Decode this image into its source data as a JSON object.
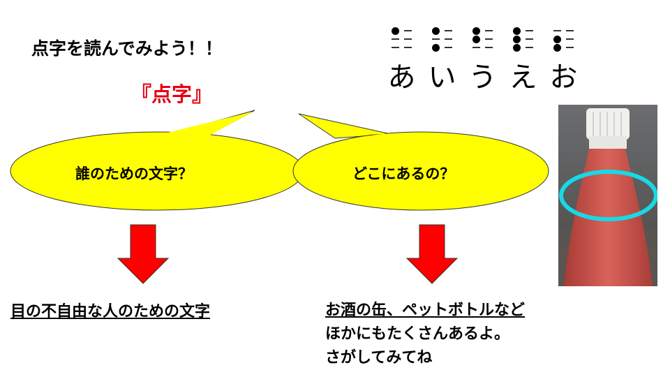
{
  "title": "点字を読んでみよう！！",
  "subtitle": "『点字』",
  "bubbles": [
    {
      "text": "誰のための文字？"
    },
    {
      "text": "どこにあるの？"
    }
  ],
  "answers": {
    "left": "目の不自由な人のための文字",
    "right_lines": [
      "お酒の缶、ペットボトルなど",
      "ほかにもたくさんあるよ。",
      "さがしてみてね"
    ]
  },
  "braille": [
    {
      "kana": "あ",
      "dots": [
        1,
        0,
        0,
        0,
        0,
        0
      ]
    },
    {
      "kana": "い",
      "dots": [
        1,
        0,
        1,
        0,
        0,
        0
      ]
    },
    {
      "kana": "う",
      "dots": [
        1,
        1,
        0,
        0,
        0,
        0
      ]
    },
    {
      "kana": "え",
      "dots": [
        1,
        1,
        1,
        0,
        0,
        0
      ]
    },
    {
      "kana": "お",
      "dots": [
        0,
        1,
        1,
        0,
        0,
        0
      ]
    }
  ],
  "colors": {
    "bubble": "#ffff00",
    "arrow": "#ff0000",
    "accent": "#e60012",
    "highlight": "#19d8e6"
  }
}
